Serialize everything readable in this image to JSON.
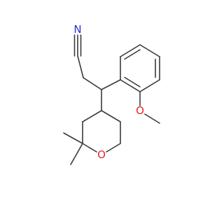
{
  "structure": {
    "atom_labels": {
      "nitrile_n": "N",
      "methoxy_o": "O",
      "ring_o": "O"
    },
    "colors": {
      "bond": "#3a3a3a",
      "nitrogen": "#2f2fd6",
      "oxygen": "#e8252a",
      "background": "#ffffff"
    }
  }
}
